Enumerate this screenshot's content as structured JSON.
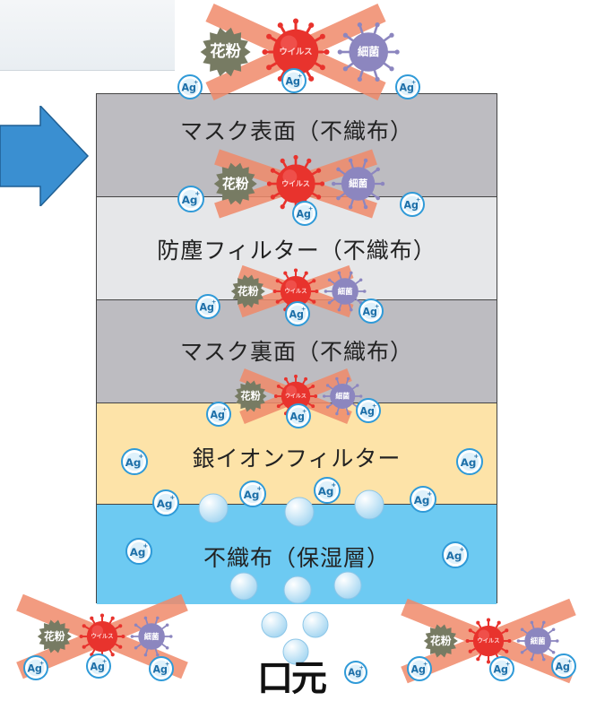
{
  "layers": [
    {
      "label": "マスク表面（不織布）",
      "color": "#bdbcc1"
    },
    {
      "label": "防塵フィルター（不織布）",
      "color": "#e6e7e9"
    },
    {
      "label": "マスク裏面（不織布）",
      "color": "#bdbcc1"
    },
    {
      "label": "銀イオンフィルター",
      "color": "#fde3a8"
    },
    {
      "label": "不織布（保湿層）",
      "color": "#6dcaf2"
    }
  ],
  "badges": {
    "pollen": "花粉",
    "virus": "ウイルス",
    "bacteria": "細菌",
    "ag": "Ag",
    "ag_sup": "+"
  },
  "mouth_label": "口元",
  "colors": {
    "arrow": "#3a8fd1",
    "pollen": "#777b63",
    "virus": "#e8332d",
    "bacteria": "#8c86bf",
    "cross": "#f08a6a",
    "ag_fill": "#ffffff",
    "ag_stroke": "#2f9ad8"
  }
}
